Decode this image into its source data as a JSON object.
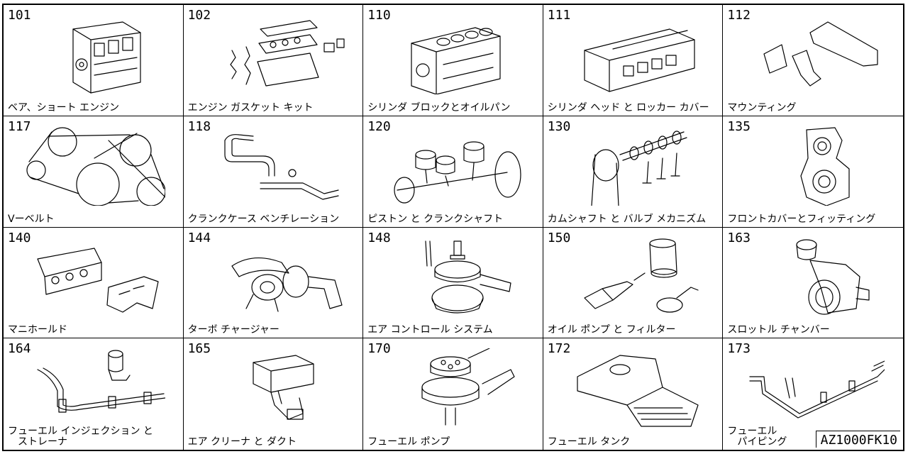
{
  "diagram_code": "AZ1000FK10",
  "cells": [
    {
      "code": "101",
      "label": "ベア、ショート エンジン",
      "icon": "engine-block-icon"
    },
    {
      "code": "102",
      "label": "エンジン ガスケット キット",
      "icon": "gasket-kit-icon"
    },
    {
      "code": "110",
      "label": "シリンダ ブロックとオイルパン",
      "icon": "cylinder-block-icon"
    },
    {
      "code": "111",
      "label": "シリンダ ヘッド と ロッカー カバー",
      "icon": "cylinder-head-icon"
    },
    {
      "code": "112",
      "label": "マウンティング",
      "icon": "mounting-icon"
    },
    {
      "code": "117",
      "label": "Vーベルト",
      "icon": "v-belt-icon"
    },
    {
      "code": "118",
      "label": "クランクケース ベンチレーション",
      "icon": "crankcase-ventilation-icon"
    },
    {
      "code": "120",
      "label": "ピストン と クランクシャフト",
      "icon": "piston-crankshaft-icon"
    },
    {
      "code": "130",
      "label": "カムシャフト と バルブ メカニズム",
      "icon": "camshaft-valve-icon"
    },
    {
      "code": "135",
      "label": "フロントカバーとフィッティング",
      "icon": "front-cover-icon"
    },
    {
      "code": "140",
      "label": "マニホールド",
      "icon": "manifold-icon"
    },
    {
      "code": "144",
      "label": "ターボ チャージャー",
      "icon": "turbocharger-icon"
    },
    {
      "code": "148",
      "label": "エア コントロール システム",
      "icon": "air-control-icon"
    },
    {
      "code": "150",
      "label": "オイル ポンプ と フィルター",
      "icon": "oil-pump-filter-icon"
    },
    {
      "code": "163",
      "label": "スロットル チャンバー",
      "icon": "throttle-chamber-icon"
    },
    {
      "code": "164",
      "label": "フューエル インジェクション と\n　ストレーナ",
      "icon": "fuel-injection-icon"
    },
    {
      "code": "165",
      "label": "エア クリーナ と ダクト",
      "icon": "air-cleaner-icon"
    },
    {
      "code": "170",
      "label": "フューエル ポンプ",
      "icon": "fuel-pump-icon"
    },
    {
      "code": "172",
      "label": "フューエル タンク",
      "icon": "fuel-tank-icon"
    },
    {
      "code": "173",
      "label": "フューエル\n　パイピング",
      "icon": "fuel-piping-icon"
    }
  ]
}
